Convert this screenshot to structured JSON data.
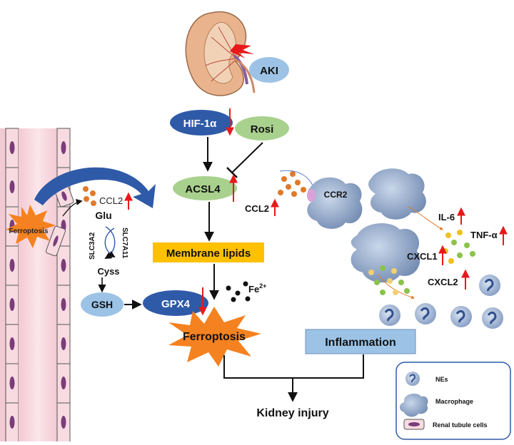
{
  "labels": {
    "aki": "AKI",
    "hif1a": "HIF-1α",
    "rosi": "Rosi",
    "acsl4": "ACSL4",
    "membrane_lipids": "Membrane lipids",
    "fe": "Fe",
    "fe_sup": "2+",
    "gpx4": "GPX4",
    "gsh": "GSH",
    "ferroptosis_main": "Ferroptosis",
    "ferroptosis_cell": "Ferroptosis",
    "inflammation": "Inflammation",
    "kidney_injury": "Kidney injury",
    "ccl2_left": "CCL2",
    "ccl2_mid": "CCL2",
    "ccr2": "CCR2",
    "glu": "Glu",
    "cyss": "Cyss",
    "slc3a2": "SLC3A2",
    "slc7a11": "SLC7A11",
    "il6": "IL-6",
    "tnfa": "TNF-α",
    "cxcl1": "CXCL1",
    "cxcl2": "CXCL2"
  },
  "legend": {
    "nes": "NEs",
    "macrophage": "Macrophage",
    "renal": "Renal tubule cells"
  },
  "colors": {
    "blue_ellipse": "#2f5aa8",
    "light_blue": "#9cc3e6",
    "green": "#a9d18e",
    "orange_box": "#ffc000",
    "burst": "#f58220",
    "up_arrow": "#e8191b",
    "tube": "#f7d6dd",
    "cell_nucleus": "#7a3d7a"
  }
}
